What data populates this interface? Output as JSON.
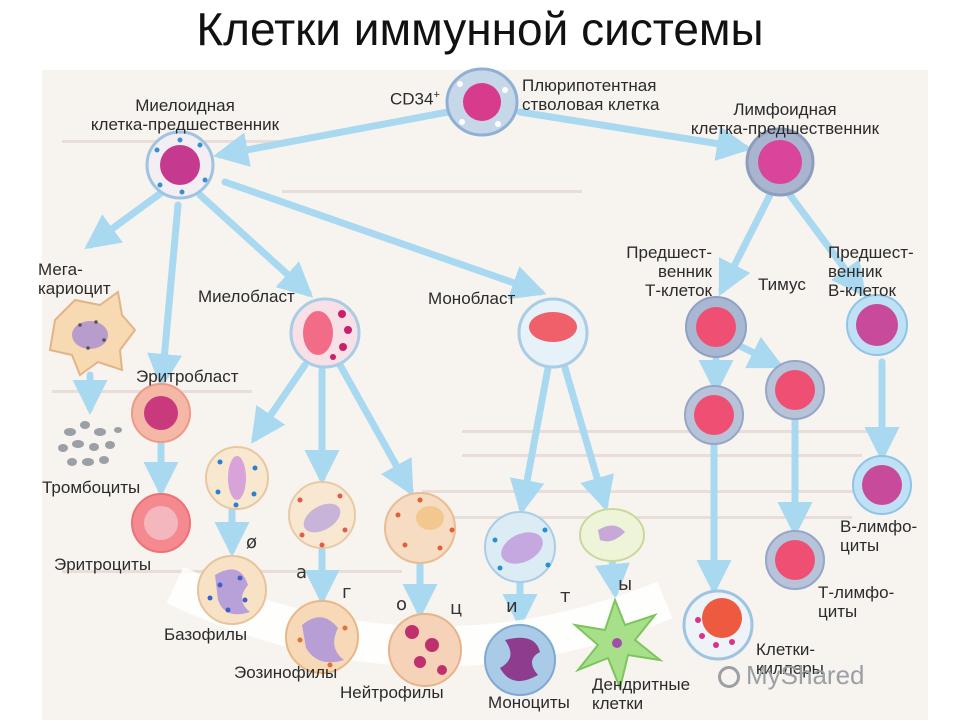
{
  "title": "Клетки иммунной системы",
  "labels": {
    "cd34": "CD34",
    "cd34_sup": "+",
    "stem": "Плюрипотентная\nстволовая клетка",
    "myeloid": "Миелоидная\nклетка-предшественник",
    "lymphoid": "Лимфоидная\nклетка-предшественник",
    "megakaryocyte": "Мега-\nкариоцит",
    "myeloblast": "Миелобласт",
    "monoblast": "Монобласт",
    "t_precursor": "Предшест-\nвенник\nТ-клеток",
    "thymus": "Тимус",
    "b_precursor": "Предшест-\nвенник\nВ-клеток",
    "erythroblast": "Эритробласт",
    "platelets": "Тромбоциты",
    "erythrocytes": "Эритроциты",
    "basophils": "Базофилы",
    "eosinophils": "Эозинофилы",
    "neutrophils": "Нейтрофилы",
    "monocytes": "Моноциты",
    "dendritic": "Дендритные\nклетки",
    "killers": "Клетки-\nкиллеры",
    "b_lymph": "В-лимфо-\nциты",
    "t_lymph": "Т-лимфо-\nциты"
  },
  "arc_letters": [
    "ø",
    "а",
    "г",
    "о",
    "ц",
    "и",
    "т",
    "ы"
  ],
  "watermark": "MyShared",
  "colors": {
    "arrow": "#a9d9f0",
    "nucleus": "#d83a8c",
    "cytoplasm_pink": "#f4a3ad",
    "cytoplasm_blue": "#dcecf6",
    "outline": "#7fb6dc"
  }
}
